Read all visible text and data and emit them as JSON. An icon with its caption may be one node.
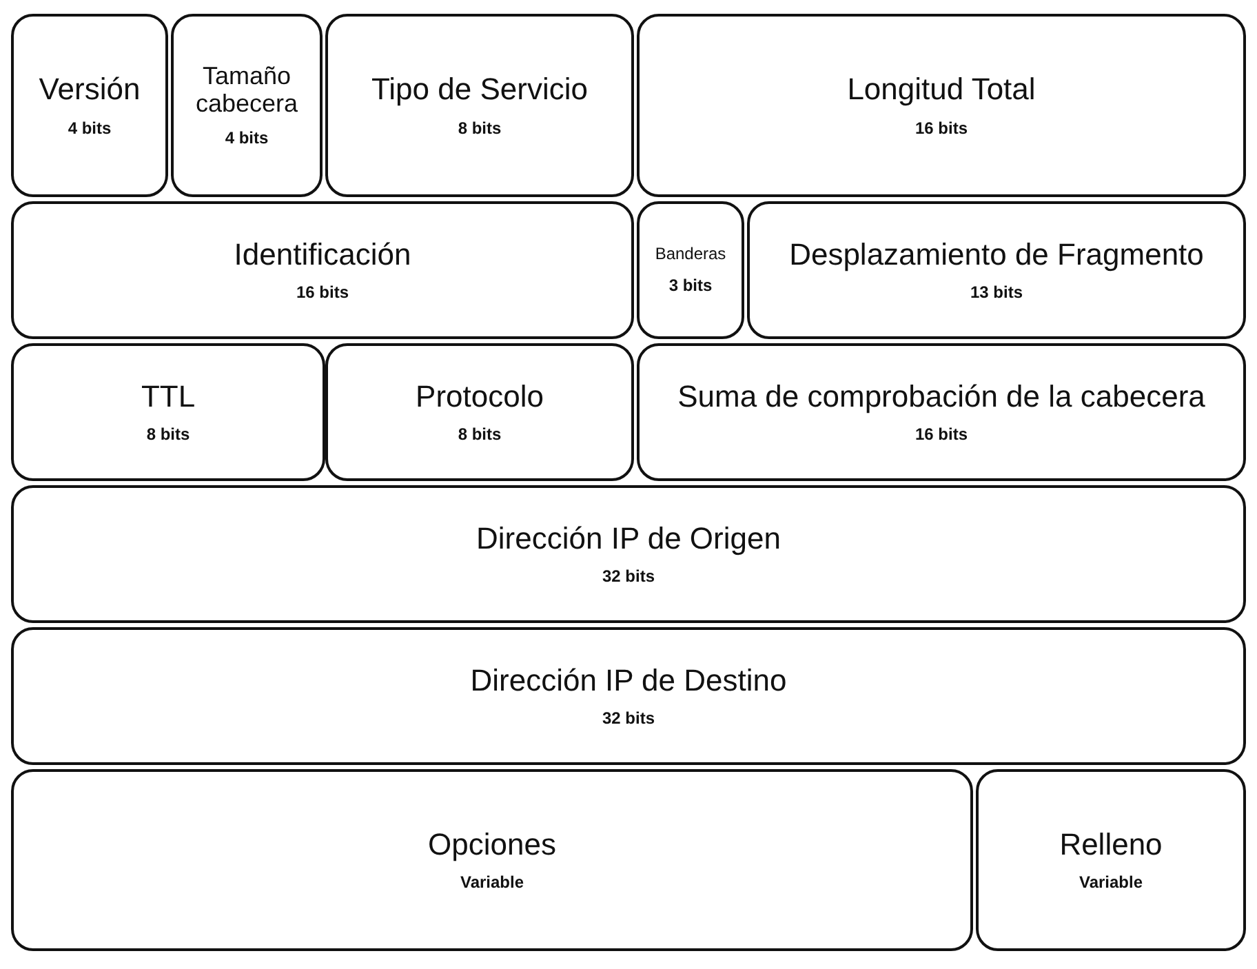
{
  "diagram": {
    "nodes": [
      {
        "text": [
          "Versión",
          "4 bits"
        ]
      },
      {
        "text": [
          "Tamaño cabecera",
          "4 bits"
        ]
      },
      {
        "text": [
          "Tipo de Servicio",
          "8 bits"
        ]
      },
      {
        "text": [
          "Longitud Total",
          "16 bits"
        ]
      },
      {
        "text": [
          "Identificación",
          "16 bits"
        ]
      },
      {
        "text": [
          "Banderas",
          "3 bits"
        ]
      },
      {
        "text": [
          "Desplazamiento de Fragmento",
          "13 bits"
        ]
      },
      {
        "text": [
          "TTL",
          "8 bits"
        ]
      },
      {
        "text": [
          "Protocolo",
          "8 bits"
        ]
      },
      {
        "text": [
          "Suma de comprobación de la cabecera",
          "16 bits"
        ]
      },
      {
        "text": [
          "Dirección IP de Origen",
          "32 bits"
        ]
      },
      {
        "text": [
          "Dirección IP de Destino",
          "32 bits"
        ]
      },
      {
        "text": [
          "Opciones",
          "Variable"
        ]
      },
      {
        "text": [
          "Relleno",
          "Variable"
        ]
      }
    ]
  }
}
